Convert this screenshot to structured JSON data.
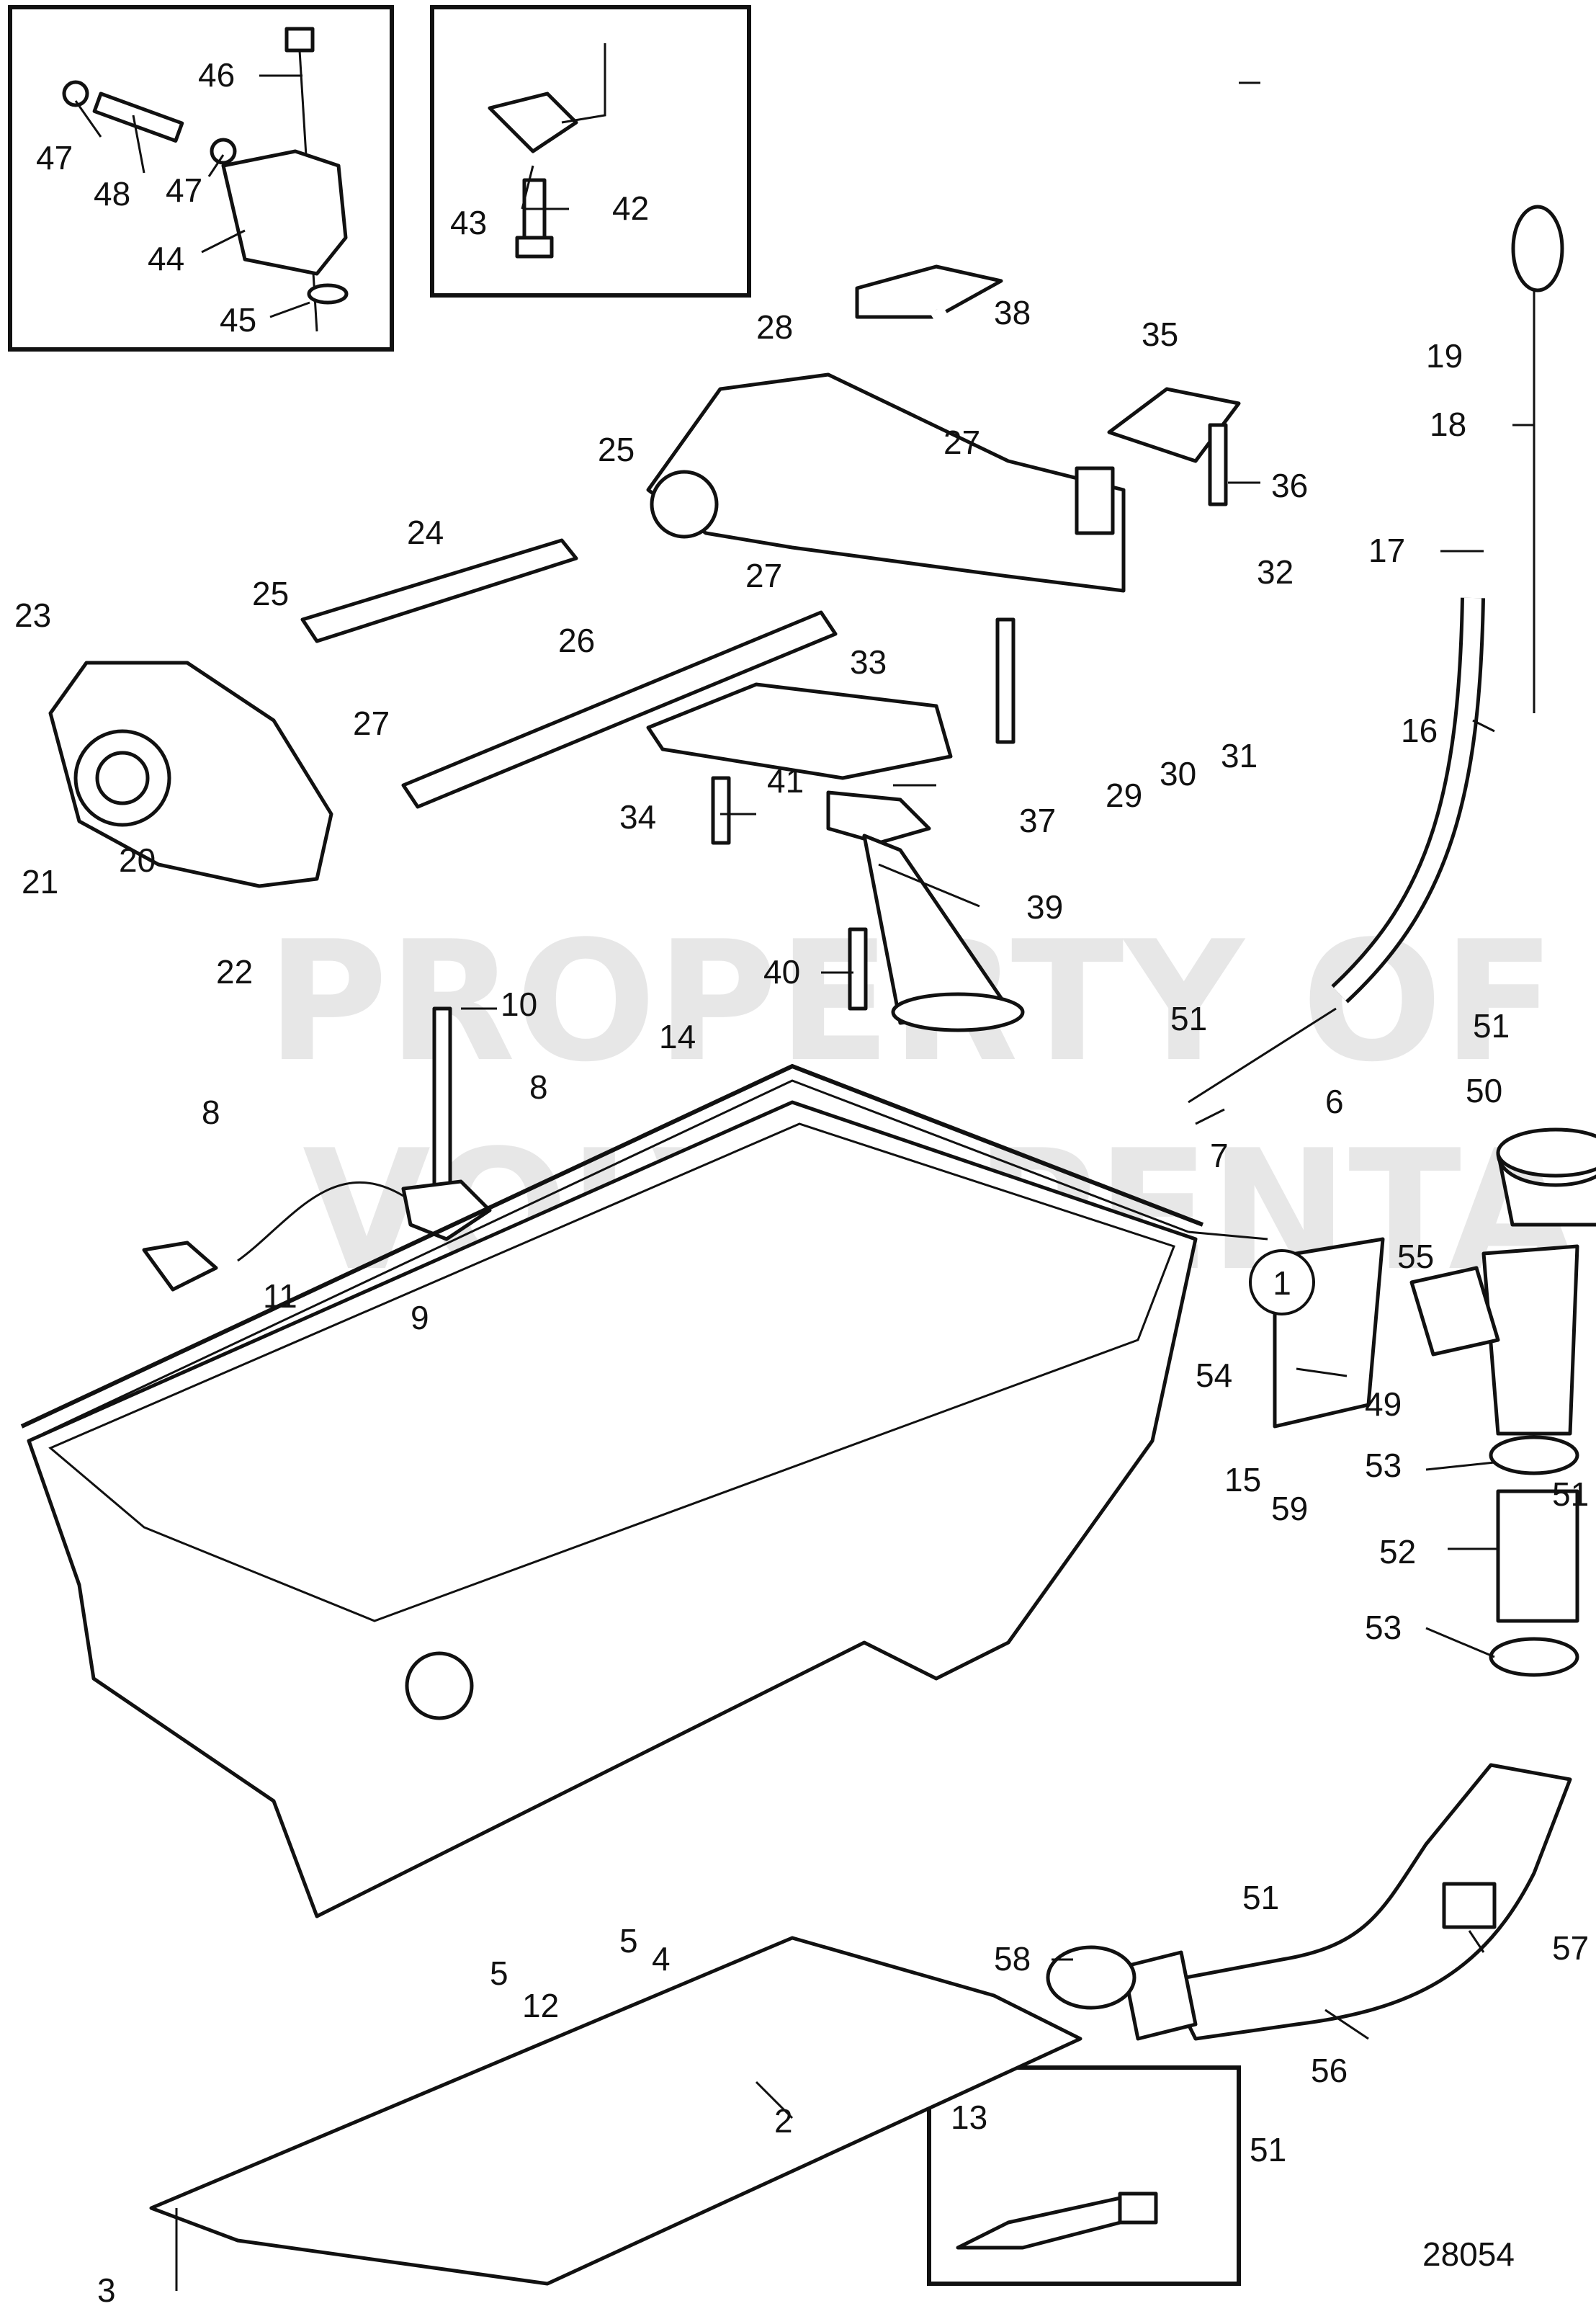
{
  "diagram_number": "28054",
  "watermark_lines": [
    "PROPERTY OF",
    "VOLVO PENTA"
  ],
  "callouts": [
    "1",
    "2",
    "3",
    "4",
    "5",
    "5",
    "6",
    "7",
    "8",
    "8",
    "9",
    "10",
    "11",
    "12",
    "13",
    "14",
    "15",
    "16",
    "17",
    "18",
    "19",
    "20",
    "21",
    "22",
    "23",
    "24",
    "25",
    "25",
    "26",
    "27",
    "27",
    "27",
    "28",
    "29",
    "30",
    "31",
    "32",
    "33",
    "34",
    "35",
    "36",
    "37",
    "38",
    "39",
    "40",
    "41",
    "42",
    "43",
    "44",
    "45",
    "46",
    "47",
    "47",
    "48",
    "49",
    "50",
    "51",
    "51",
    "51",
    "51",
    "51",
    "52",
    "53",
    "53",
    "54",
    "55",
    "56",
    "57",
    "58",
    "59"
  ],
  "colors": {
    "line": "#111111",
    "watermark": "#bbbbbb",
    "background": "#ffffff"
  }
}
